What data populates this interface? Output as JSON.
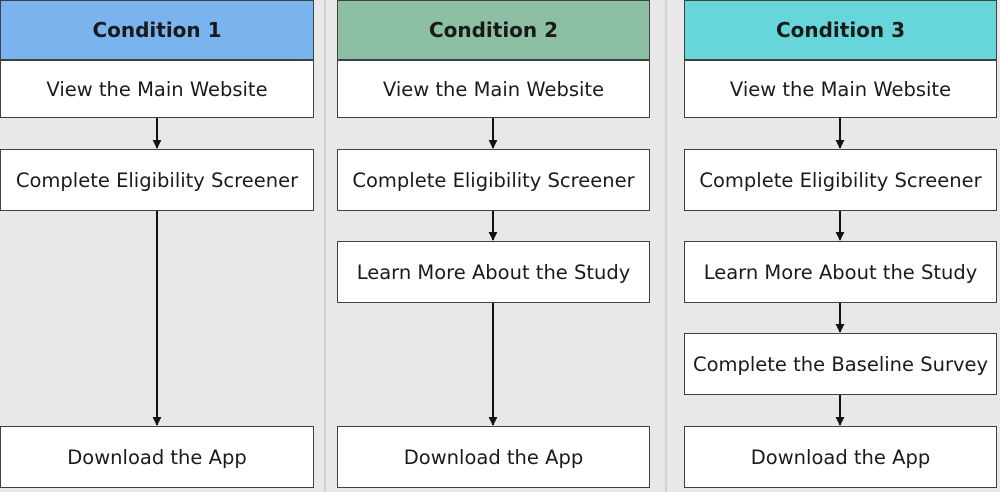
{
  "columns": [
    {
      "header": "Condition 1",
      "color": "#7ab4ee",
      "steps": [
        "View the Main Website",
        "Complete Eligibility Screener",
        "Download the App"
      ]
    },
    {
      "header": "Condition 2",
      "color": "#8dbfa5",
      "steps": [
        "View the Main Website",
        "Complete Eligibility Screener",
        "Learn More About the Study",
        "Download the App"
      ]
    },
    {
      "header": "Condition 3",
      "color": "#67d6da",
      "steps": [
        "View the Main Website",
        "Complete Eligibility Screener",
        "Learn More About the Study",
        "Complete the Baseline Survey",
        "Download the App"
      ]
    }
  ]
}
